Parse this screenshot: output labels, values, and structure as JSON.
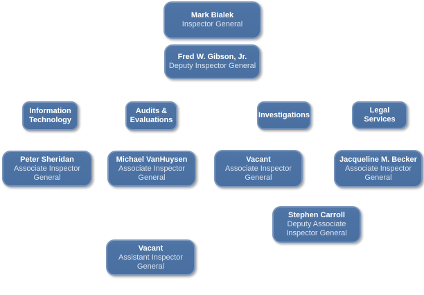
{
  "colors": {
    "box_fill": "#4C73A4",
    "box_border": "#7B96BC",
    "title_text": "#FFFFFF",
    "subtitle_text": "#DCE3EF",
    "background": "#FFFFFF"
  },
  "org_chart": {
    "nodes": [
      {
        "id": "inspector-general",
        "title": "Mark Bialek",
        "subtitle": "Inspector General"
      },
      {
        "id": "deputy-inspector-general",
        "title": "Fred W. Gibson, Jr.",
        "subtitle": "Deputy Inspector General"
      },
      {
        "id": "unit-information-technology",
        "title": "Information Technology",
        "subtitle": ""
      },
      {
        "id": "unit-audits-evaluations",
        "title": "Audits & Evaluations",
        "subtitle": ""
      },
      {
        "id": "unit-investigations",
        "title": "Investigations",
        "subtitle": ""
      },
      {
        "id": "unit-legal-services",
        "title": "Legal Services",
        "subtitle": ""
      },
      {
        "id": "aig-information-technology",
        "title": "Peter Sheridan",
        "subtitle": "Associate Inspector General"
      },
      {
        "id": "aig-audits-evaluations",
        "title": "Michael VanHuysen",
        "subtitle": "Associate Inspector General"
      },
      {
        "id": "aig-investigations",
        "title": "Vacant",
        "subtitle": "Associate Inspector General"
      },
      {
        "id": "aig-legal-services",
        "title": "Jacqueline M. Becker",
        "subtitle": "Associate Inspector General"
      },
      {
        "id": "deputy-aig-investigations",
        "title": "Stephen Carroll",
        "subtitle": "Deputy Associate Inspector General"
      },
      {
        "id": "assistant-ig-audits",
        "title": "Vacant",
        "subtitle": "Assistant Inspector General"
      }
    ]
  }
}
